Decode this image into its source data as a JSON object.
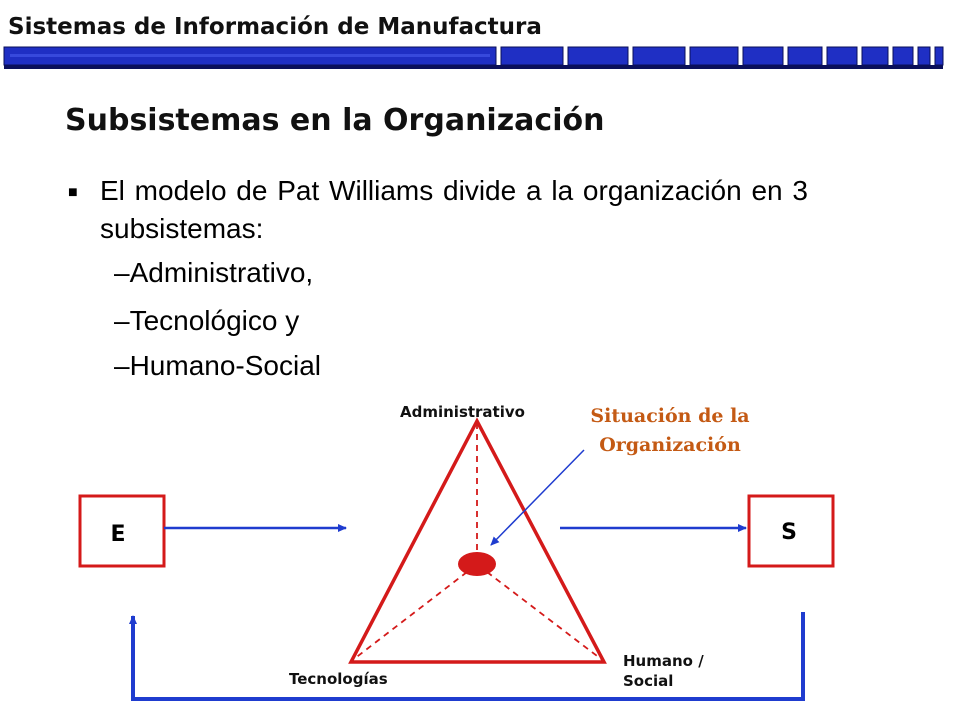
{
  "header": {
    "title": "Sistemas de Información de Manufactura",
    "bar_color": "#1f2fc4"
  },
  "slide": {
    "title": "Subsistemas en la Organización",
    "bullet": "El modelo de Pat Williams divide a la organización en 3 subsistemas:",
    "sub_items": [
      "–Administrativo,",
      "–Tecnológico y",
      "–Humano-Social"
    ]
  },
  "diagram": {
    "input_box": "E",
    "output_box": "S",
    "vertex_top": "Administrativo",
    "vertex_left": "Tecnologías",
    "vertex_right": "Humano / Social",
    "callout": "Situación de la Organización",
    "triangle_color": "#d41a1a",
    "arrow_color": "#1f3ccf",
    "callout_color": "#c45a14"
  }
}
